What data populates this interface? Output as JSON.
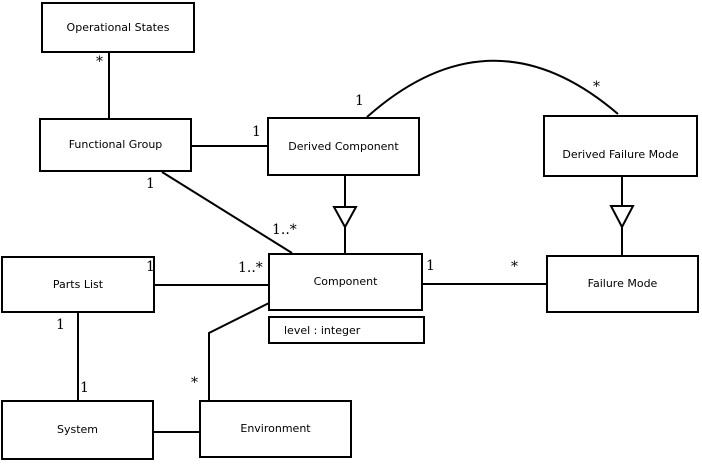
{
  "diagram": {
    "type": "UML class diagram",
    "colors": {
      "background": "#ffffff",
      "box_fill": "#ffffff",
      "border": "#000000",
      "line": "#000000",
      "text": "#000000"
    },
    "classes": [
      {
        "name": "Operational States"
      },
      {
        "name": "Functional Group"
      },
      {
        "name": "Derived Component"
      },
      {
        "name": "Derived Failure Mode"
      },
      {
        "name": "Component",
        "attributes": [
          "level : integer"
        ]
      },
      {
        "name": "Failure Mode"
      },
      {
        "name": "Parts List"
      },
      {
        "name": "System"
      },
      {
        "name": "Environment"
      }
    ],
    "associations": [
      {
        "source": "Operational States",
        "target": "Functional Group",
        "source_label": "*",
        "target_label": ""
      },
      {
        "source": "Functional Group",
        "target": "Derived Component",
        "source_label": "",
        "target_label": "1"
      },
      {
        "source": "Functional Group",
        "target": "Component",
        "source_label": "1",
        "target_label": "1..*"
      },
      {
        "source": "Derived Component",
        "target": "Derived Failure Mode",
        "source_label": "1",
        "target_label": "*",
        "shape": "arc"
      },
      {
        "source": "Parts List",
        "target": "Component",
        "source_label": "1",
        "target_label": "1..*"
      },
      {
        "source": "Component",
        "target": "Failure Mode",
        "source_label": "1",
        "target_label": "*"
      },
      {
        "source": "Parts List",
        "target": "System",
        "source_label": "1",
        "target_label": "1"
      },
      {
        "source": "System",
        "target": "Environment",
        "source_label": "",
        "target_label": ""
      },
      {
        "source": "Component",
        "target": "Environment",
        "source_label": "",
        "target_label": "*"
      }
    ],
    "generalizations": [
      {
        "child": "Derived Component",
        "parent": "Component"
      },
      {
        "child": "Derived Failure Mode",
        "parent": "Failure Mode"
      }
    ]
  }
}
